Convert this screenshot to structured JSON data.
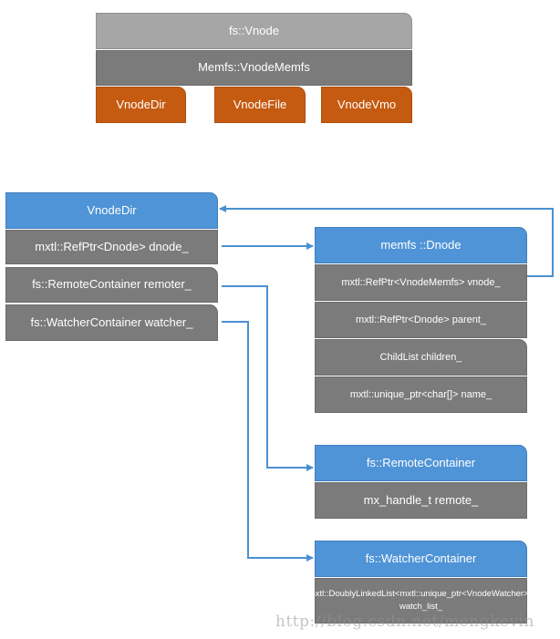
{
  "hierarchy": {
    "base": "fs::Vnode",
    "memfs": "Memfs::VnodeMemfs",
    "subclasses": [
      "VnodeDir",
      "VnodeFile",
      "VnodeVmo"
    ]
  },
  "vnode_dir": {
    "title": "VnodeDir",
    "fields": [
      "mxtl::RefPtr<Dnode> dnode_",
      "fs::RemoteContainer remoter_",
      "fs::WatcherContainer watcher_"
    ]
  },
  "dnode": {
    "title": "memfs ::Dnode",
    "fields": [
      "mxtl::RefPtr<VnodeMemfs> vnode_",
      "mxtl::RefPtr<Dnode> parent_",
      "ChildList children_",
      "mxtl::unique_ptr<char[]> name_"
    ]
  },
  "remote_container": {
    "title": "fs::RemoteContainer",
    "fields": [
      "mx_handle_t remote_"
    ]
  },
  "watcher_container": {
    "title": "fs::WatcherContainer",
    "fields": [
      "mxtl::DoublyLinkedList<mxtl::unique_ptr<VnodeWatcher>>   watch_list_"
    ]
  },
  "watermark": "http://blog.csdn.net/mengkevin",
  "colors": {
    "blue_header": "#4f94d6",
    "gray_field": "#7b7b7b",
    "light_gray": "#a6a6a6",
    "orange": "#c55a11",
    "connector": "#4a90d0"
  }
}
